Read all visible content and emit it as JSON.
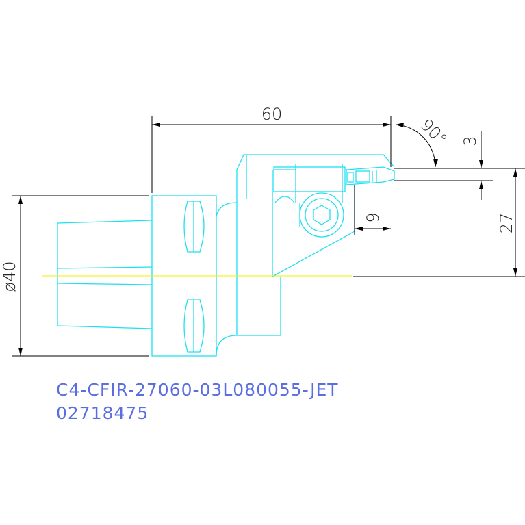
{
  "drawing": {
    "part_code": "C4-CFIR-27060-03L080055-JET",
    "part_number": "02718475",
    "dimensions": {
      "length": "60",
      "angle": "90°",
      "groove_width": "3",
      "offset": "27",
      "depth": "9",
      "diameter": "ø40"
    }
  },
  "colors": {
    "outline": "#1ee0f0",
    "dimension": "#000000",
    "centerline": "#f0f000",
    "label": "#5a6ee0"
  }
}
